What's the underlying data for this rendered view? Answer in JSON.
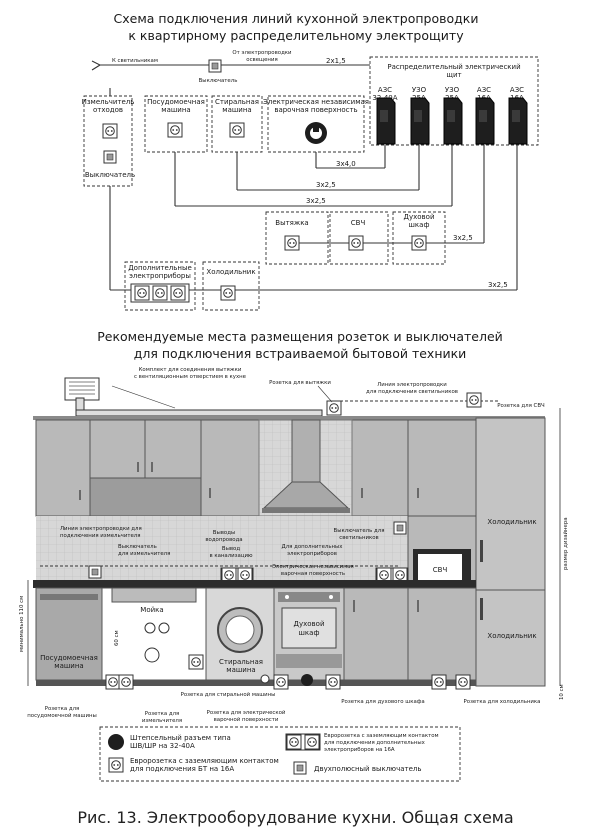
{
  "figure": {
    "title_line1": "Схема подключения линий кухонной электропроводки",
    "title_line2": "к квартирному распределительному электрощиту",
    "subtitle_line1": "Рекомендуемые места размещения розеток и выключателей",
    "subtitle_line2": "для подключения встраиваемой бытовой техники",
    "caption": "Рис. 13. Электрооборудование кухни. Общая схема"
  },
  "wiring": {
    "to_lights": "К светильникам",
    "switch": "Выключатель",
    "lighting_feed_1": "От электропроводки",
    "lighting_feed_2": "освещения",
    "cable_2x15": "2х1,5",
    "panel_title_1": "Распределительный электрический",
    "panel_title_2": "щит",
    "breakers": [
      {
        "l1": "АЗС",
        "l2": "32-40А"
      },
      {
        "l1": "УЗО",
        "l2": "25А"
      },
      {
        "l1": "УЗО",
        "l2": "25А"
      },
      {
        "l1": "АЗС",
        "l2": "16А"
      },
      {
        "l1": "АЗС",
        "l2": "16А"
      }
    ],
    "disposer_1": "Измельчитель",
    "disposer_2": "отходов",
    "disposer_switch": "Выключатель",
    "dishwasher_1": "Посудомоечная",
    "dishwasher_2": "машина",
    "washer_1": "Стиральная",
    "washer_2": "машина",
    "hob_1": "Электрическая независимая",
    "hob_2": "варочная поверхность",
    "cable_3x4": "3х4,0",
    "cable_3x25_a": "3х2,5",
    "cable_3x25_b": "3х2,5",
    "cable_3x25_c": "3х2,5",
    "cable_3x25_d": "3х2,5",
    "hood": "Вытяжка",
    "microwave": "СВЧ",
    "oven_1": "Духовой",
    "oven_2": "шкаф",
    "extra_1": "Дополнительные",
    "extra_2": "электроприборы",
    "fridge": "Холодильник"
  },
  "kitchen": {
    "vent_kit_1": "Комплект для соединения вытяжки",
    "vent_kit_2": "с вентиляционным отверстием в кухне",
    "hood_socket": "Розетка для вытяжки",
    "light_line_1": "Линия электропроводки",
    "light_line_2": "для подключения светильников",
    "mw_socket": "Розетка для СВЧ",
    "disposer_line_1": "Линия электропроводки для",
    "disposer_line_2": "подключения измельчителя",
    "disposer_switch_1": "Выключатель",
    "disposer_switch_2": "для измельчителя",
    "water_1": "Выводы",
    "water_2": "водопровода",
    "sewer_1": "Вывод",
    "sewer_2": "в канализацию",
    "light_switch_1": "Выключатель для",
    "light_switch_2": "светильников",
    "extra_sockets_1": "Для дополнительных",
    "extra_sockets_2": "электроприборов",
    "hob_1": "Электрическая независимая",
    "hob_2": "варочная поверхность",
    "fridge": "Холодильник",
    "mw": "СВЧ",
    "sink": "Мойка",
    "dishwasher_1": "Посудомоечная",
    "dishwasher_2": "машина",
    "washer_1": "Стиральная",
    "washer_2": "машина",
    "oven_1": "Духовой",
    "oven_2": "шкаф",
    "fridge_lower": "Холодильник",
    "dim_min": "минимально 110 см",
    "dim_60": "60 см",
    "dim_10": "10 см",
    "dim_design": "размер дизайнера",
    "washer_socket": "Розетка для стиральной машины",
    "disposer_socket_1": "Розетка для",
    "disposer_socket_2": "измельчителя",
    "hob_socket_1": "Розетка для электрической",
    "hob_socket_2": "варочной поверхности",
    "oven_socket": "Розетка для духового шкафа",
    "fridge_socket": "Розетка для холодильника",
    "dishwasher_socket_1": "Розетка для",
    "dishwasher_socket_2": "посудомоечной машины"
  },
  "legend": {
    "plug_1": "Штепсельный разъем типа",
    "plug_2": "ШВ/ШР на 32-40А",
    "euro_1": "Евророзетка с заземляющим контактом",
    "euro_2": "для подключения БТ на 16А",
    "euro_multi_1": "Евророзетка с заземляющим контактом",
    "euro_multi_2": "для подключения дополнительных",
    "euro_multi_3": "электроприборов на 16А",
    "double_switch": "Двухполюсный выключатель"
  }
}
